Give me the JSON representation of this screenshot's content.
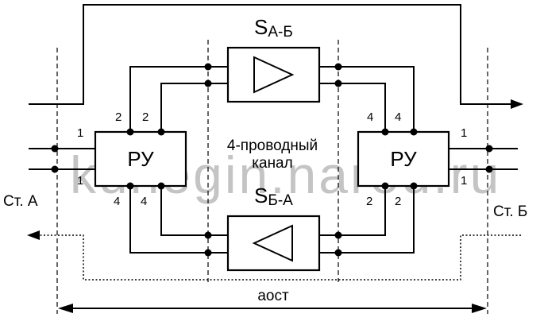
{
  "title_top": {
    "main": "S",
    "sub": "А-Б"
  },
  "title_bottom": {
    "main": "S",
    "sub": "Б-А"
  },
  "left_block": "РУ",
  "right_block": "РУ",
  "channel_label": {
    "line1": "4-проводный",
    "line2": "канал"
  },
  "station_a": "Ст. А",
  "station_b": "Ст. Б",
  "attenuation": "аост",
  "watermark": "kunegin.narod.ru",
  "pins": {
    "left_top_1": "1",
    "left_bot_1": "1",
    "left_2a": "2",
    "left_2b": "2",
    "left_4a": "4",
    "left_4b": "4",
    "right_top_1": "1",
    "right_bot_1": "1",
    "right_4a": "4",
    "right_4b": "4",
    "right_2a": "2",
    "right_2b": "2"
  }
}
